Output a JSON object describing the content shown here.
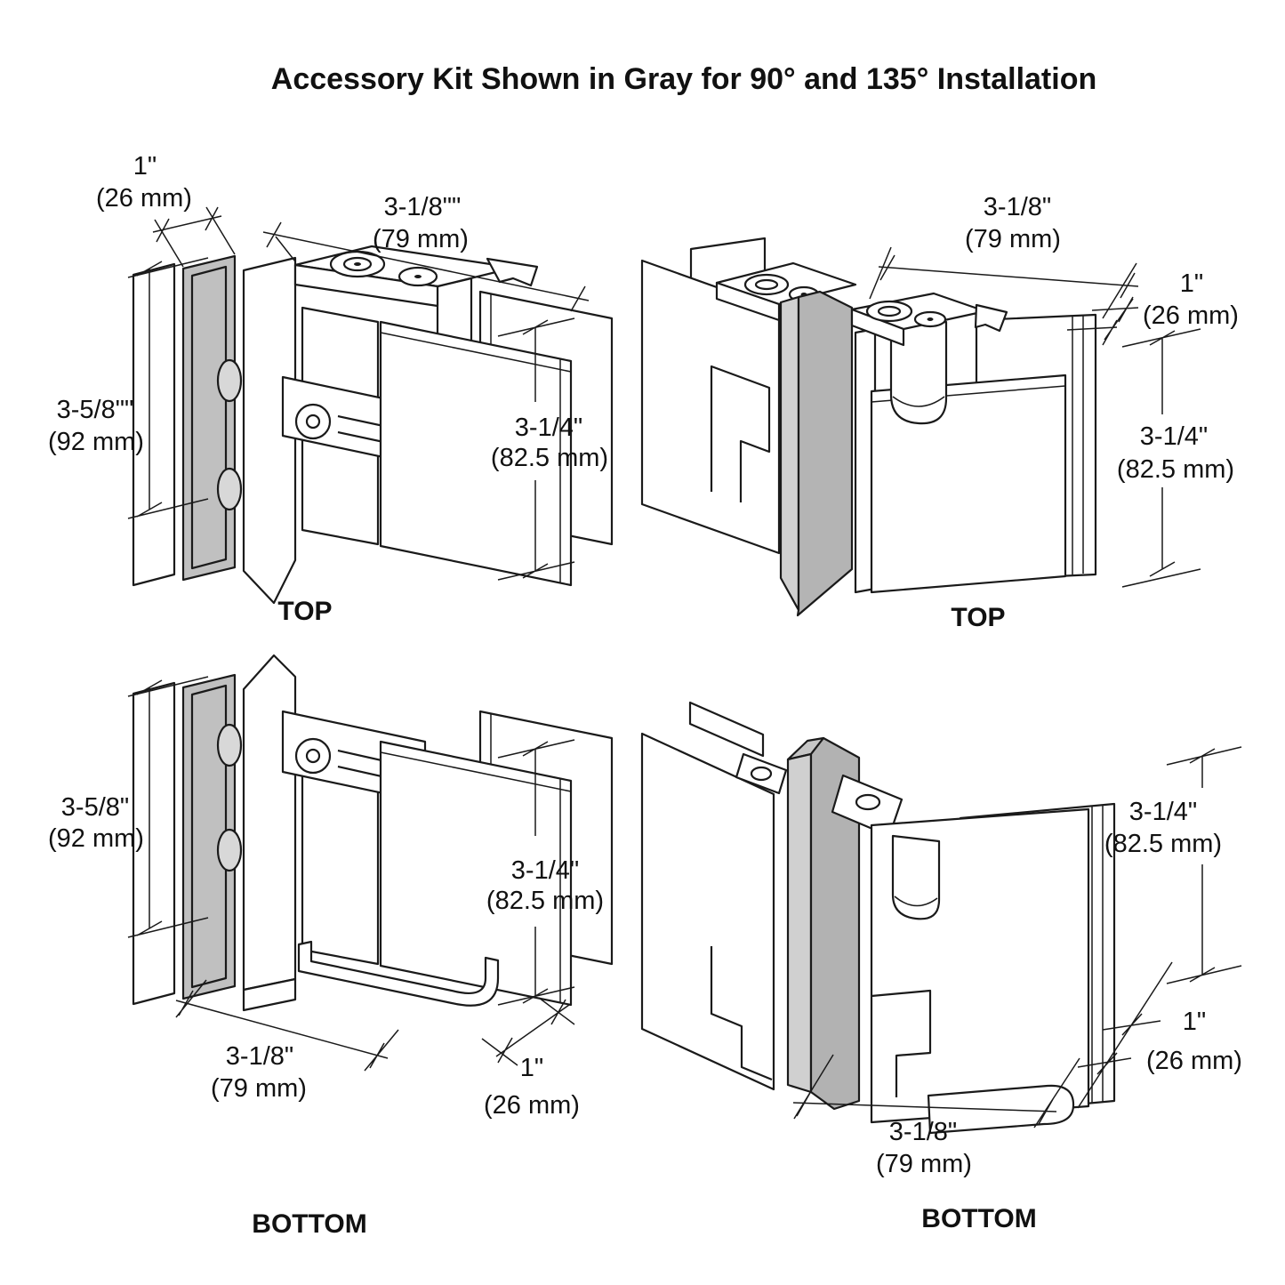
{
  "title": "Accessory Kit Shown in Gray for 90° and 135° Installation",
  "colors": {
    "accessory_gray": "#c0c0c0",
    "wedge_gray_light": "#d0d0d0",
    "wedge_gray_dark": "#b2b2b2",
    "line": "#1a1a1a"
  },
  "fig1": {
    "view": "TOP",
    "d1_in": "1\"",
    "d1_mm": "(26 mm)",
    "d2_in": "3-1/8\"\"",
    "d2_mm": "(79 mm)",
    "d3_in": "3-5/8\"\"",
    "d3_mm": "(92 mm)",
    "d4_in": "3-1/4\"",
    "d4_mm": "(82.5 mm)"
  },
  "fig2": {
    "view": "TOP",
    "d1_in": "3-1/8\"",
    "d1_mm": "(79 mm)",
    "d2_in": "1\"",
    "d2_mm": "(26 mm)",
    "d3_in": "3-1/4\"",
    "d3_mm": "(82.5 mm)"
  },
  "fig3": {
    "view": "BOTTOM",
    "d1_in": "3-5/8\"",
    "d1_mm": "(92 mm)",
    "d2_in": "3-1/4\"",
    "d2_mm": "(82.5 mm)",
    "d3_in": "3-1/8\"",
    "d3_mm": "(79 mm)",
    "d4_in": "1\"",
    "d4_mm": "(26 mm)"
  },
  "fig4": {
    "view": "BOTTOM",
    "d1_in": "3-1/4\"",
    "d1_mm": "(82.5 mm)",
    "d2_in": "1\"",
    "d2_mm": "(26 mm)",
    "d3_in": "3-1/8\"",
    "d3_mm": "(79 mm)"
  }
}
